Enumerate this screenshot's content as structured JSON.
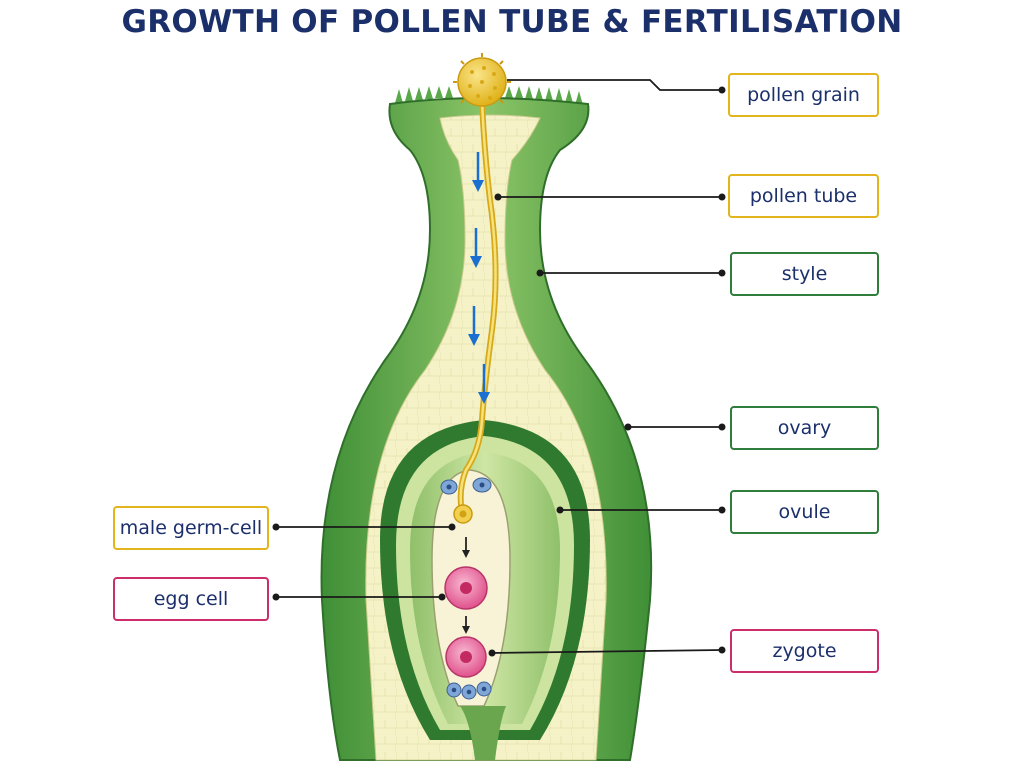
{
  "title": "GROWTH OF POLLEN TUBE & FERTILISATION",
  "labels": {
    "pollen_grain": "pollen grain",
    "pollen_tube": "pollen tube",
    "style": "style",
    "ovary": "ovary",
    "ovule": "ovule",
    "zygote": "zygote",
    "male_germ_cell": "male germ-cell",
    "egg_cell": "egg cell"
  },
  "colors": {
    "title": "#1b2f6b",
    "outer_green": "#4a9a3c",
    "dark_green": "#2f7a2f",
    "light_tissue": "#f4f2c6",
    "pollen": "#efc62a",
    "arrow_blue": "#1b6fd1",
    "egg_pink": "#e0528c",
    "yellow_border": "#e2b51c",
    "pink_border": "#cc2e6b",
    "green_border": "#2e7d3a"
  }
}
